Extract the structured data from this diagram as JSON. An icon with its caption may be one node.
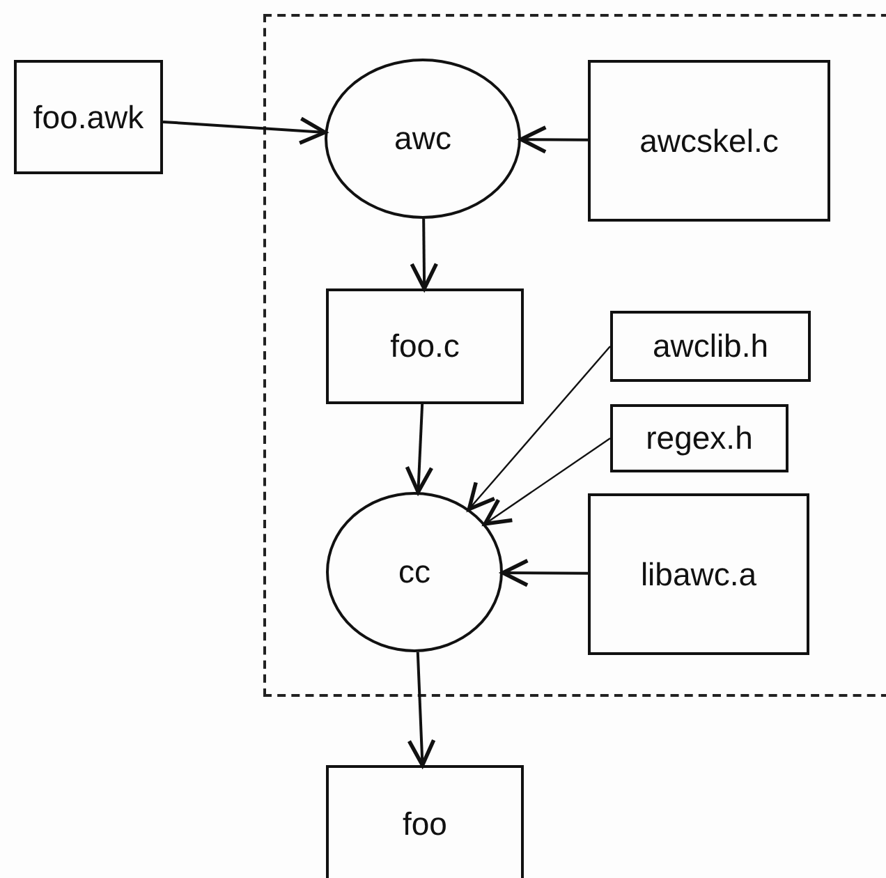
{
  "diagram": {
    "nodes": [
      {
        "text": [
          "foo.awk"
        ]
      },
      {
        "text": [],
        "shape": "box"
      },
      {
        "text": [
          "awc"
        ],
        "in": 1
      },
      {
        "text": [
          "awcskel.c"
        ],
        "in": 1
      },
      {
        "text": [
          "foo.c"
        ],
        "in": 1
      },
      {
        "text": [
          "awclib.h"
        ],
        "in": 1
      },
      {
        "text": [
          "regex.h"
        ],
        "in": 1
      },
      {
        "text": [
          "cc"
        ],
        "in": 1
      },
      {
        "text": [
          "libawc.a"
        ],
        "in": 1
      },
      {
        "text": [
          "foo"
        ]
      }
    ],
    "edges": [
      {
        "from": 0,
        "to": 2,
        "arrow": "to"
      },
      {
        "from": 3,
        "to": 2,
        "arrow": "to"
      },
      {
        "from": 2,
        "to": 4,
        "arrow": "to"
      },
      {
        "from": 4,
        "to": 7,
        "arrow": "to"
      },
      {
        "from": 5,
        "to": 7,
        "arrow": "to"
      },
      {
        "from": 6,
        "to": 7,
        "arrow": "to"
      },
      {
        "from": 8,
        "to": 7,
        "arrow": "to"
      },
      {
        "from": 7,
        "to": 9,
        "arrow": "to"
      }
    ]
  }
}
